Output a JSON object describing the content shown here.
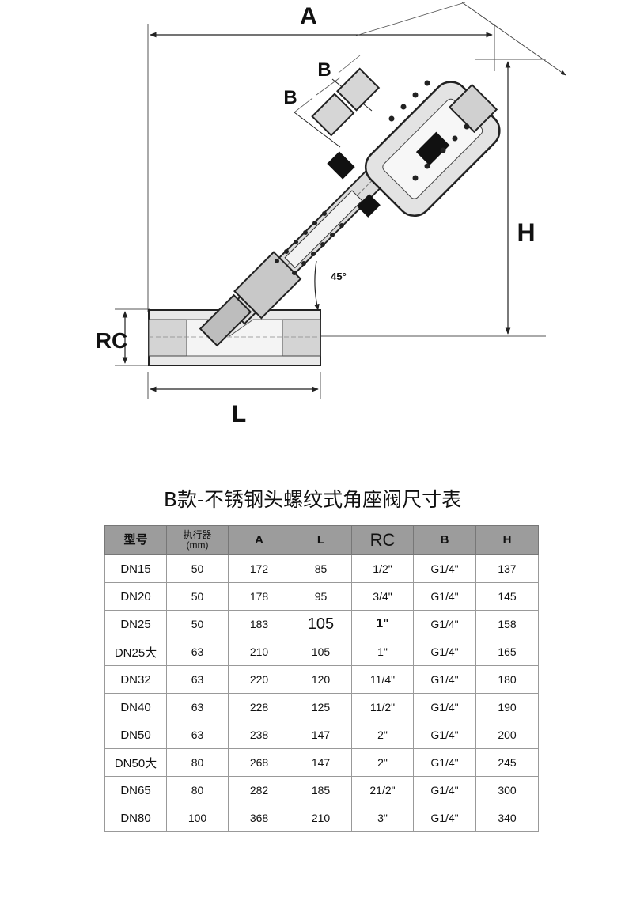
{
  "drawing": {
    "dimension_labels": {
      "a": "A",
      "b_top": "B",
      "b_side": "B",
      "h": "H",
      "rc": "RC",
      "l": "L"
    },
    "angle_label": "45°"
  },
  "table": {
    "title": "B款-不锈钢头螺纹式角座阀尺寸表",
    "headers": {
      "model": "型号",
      "actuator_line1": "执行器",
      "actuator_line2": "(mm)",
      "a": "A",
      "l": "L",
      "rc": "RC",
      "b": "B",
      "h": "H"
    },
    "rows": [
      {
        "model": "DN15",
        "actuator": "50",
        "a": "172",
        "l": "85",
        "rc": "1/2\"",
        "b": "G1/4\"",
        "h": "137"
      },
      {
        "model": "DN20",
        "actuator": "50",
        "a": "178",
        "l": "95",
        "rc": "3/4\"",
        "b": "G1/4\"",
        "h": "145"
      },
      {
        "model": "DN25",
        "actuator": "50",
        "a": "183",
        "l": "105",
        "rc": "1\"",
        "b": "G1/4\"",
        "h": "158"
      },
      {
        "model": "DN25大",
        "actuator": "63",
        "a": "210",
        "l": "105",
        "rc": "1\"",
        "b": "G1/4\"",
        "h": "165"
      },
      {
        "model": "DN32",
        "actuator": "63",
        "a": "220",
        "l": "120",
        "rc": "11/4\"",
        "b": "G1/4\"",
        "h": "180"
      },
      {
        "model": "DN40",
        "actuator": "63",
        "a": "228",
        "l": "125",
        "rc": "11/2\"",
        "b": "G1/4\"",
        "h": "190"
      },
      {
        "model": "DN50",
        "actuator": "63",
        "a": "238",
        "l": "147",
        "rc": "2\"",
        "b": "G1/4\"",
        "h": "200"
      },
      {
        "model": "DN50大",
        "actuator": "80",
        "a": "268",
        "l": "147",
        "rc": "2\"",
        "b": "G1/4\"",
        "h": "245"
      },
      {
        "model": "DN65",
        "actuator": "80",
        "a": "282",
        "l": "185",
        "rc": "21/2\"",
        "b": "G1/4\"",
        "h": "300"
      },
      {
        "model": "DN80",
        "actuator": "100",
        "a": "368",
        "l": "210",
        "rc": "3\"",
        "b": "G1/4\"",
        "h": "340"
      }
    ]
  }
}
